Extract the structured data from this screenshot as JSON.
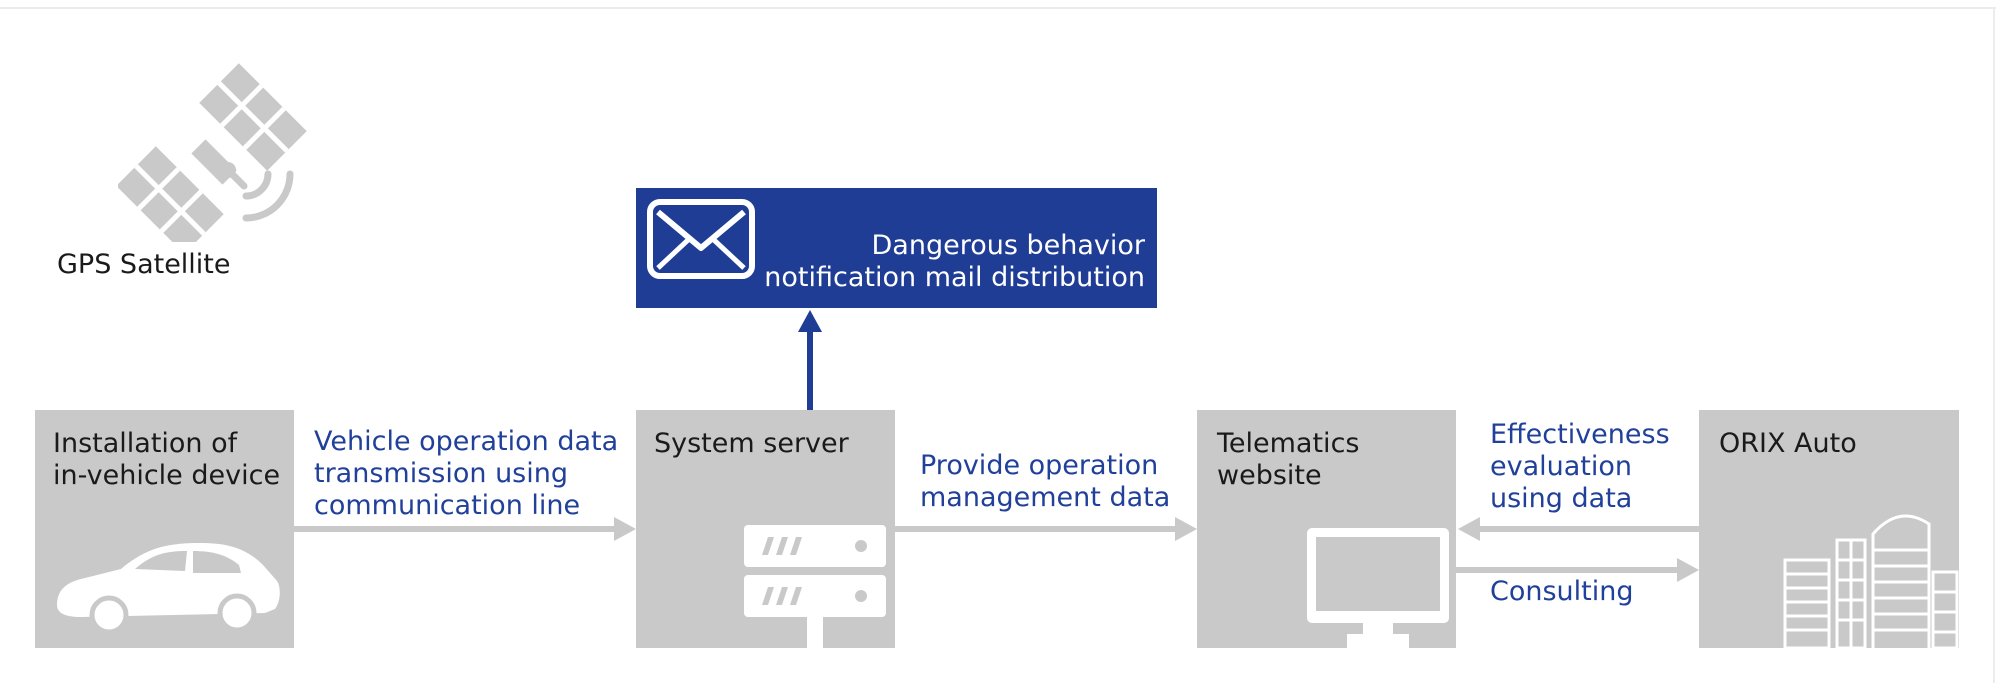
{
  "satellite": {
    "label": "GPS Satellite"
  },
  "notification": {
    "label": "Dangerous behavior\nnotification mail distribution"
  },
  "nodes": {
    "device": {
      "label": "Installation of\nin-vehicle device"
    },
    "server": {
      "label": "System server"
    },
    "telematics": {
      "label": "Telematics\nwebsite"
    },
    "orix": {
      "label": "ORIX Auto"
    }
  },
  "flows": {
    "device_to_server": "Vehicle operation data\ntransmission using\ncommunication line",
    "server_to_telematics": "Provide operation\nmanagement data",
    "orix_to_telematics": "Effectiveness\nevaluation\nusing data",
    "telematics_to_orix": "Consulting"
  },
  "colors": {
    "accent": "#1f3d95",
    "box": "#c9c9c9",
    "arrow_gray": "#c9c9c9",
    "text_blue": "#21409a"
  }
}
